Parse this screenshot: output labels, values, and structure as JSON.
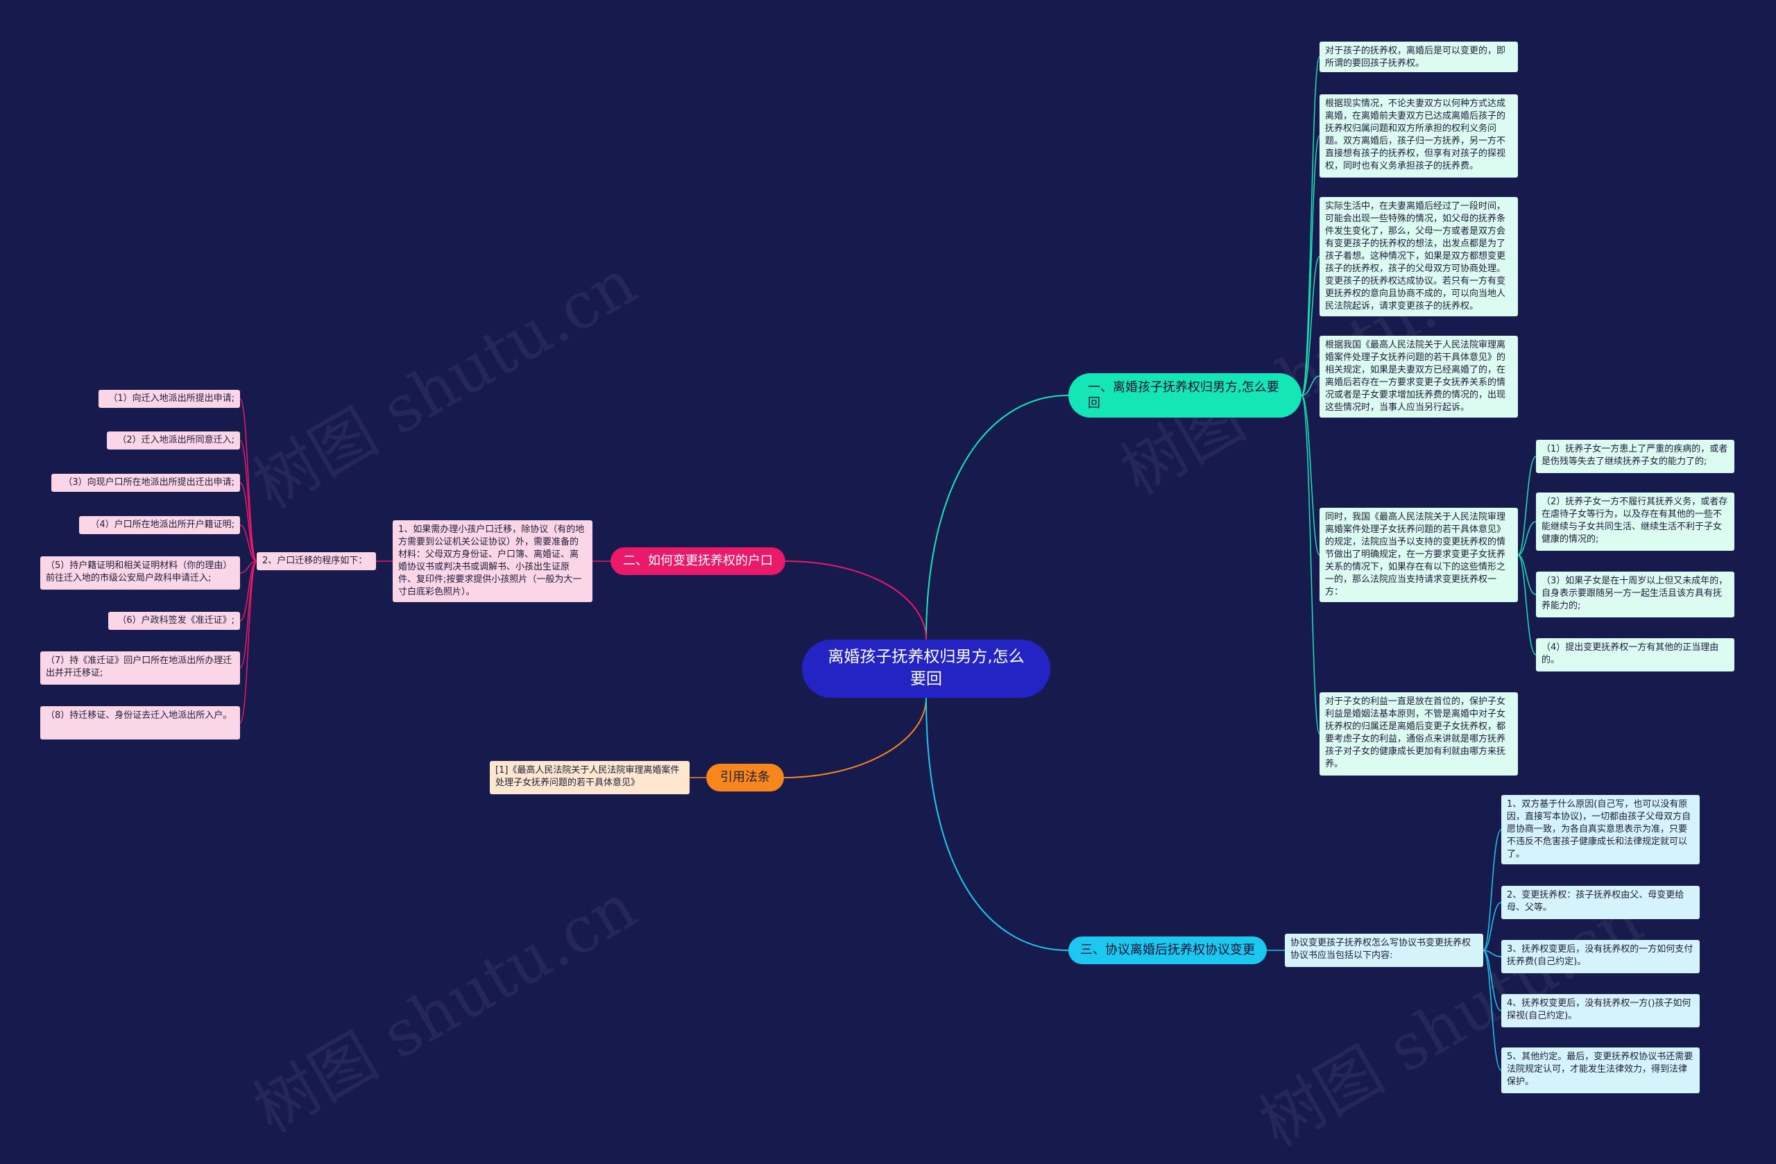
{
  "root": {
    "label": "离婚孩子抚养权归男方,怎么要回"
  },
  "branch1": {
    "label": "一、离婚孩子抚养权归男方,怎么要回",
    "items": [
      "对于孩子的抚养权，离婚后是可以变更的，即所谓的要回孩子抚养权。",
      "根据现实情况，不论夫妻双方以何种方式达成离婚，在离婚前夫妻双方已达成离婚后孩子的抚养权归属问题和双方所承担的权利义务问题。双方离婚后，孩子归一方抚养，另一方不直接想有孩子的抚养权，但享有对孩子的探视权，同时也有义务承担孩子的抚养费。",
      "实际生活中，在夫妻离婚后经过了一段时间，可能会出现一些特殊的情况，如父母的抚养条件发生变化了，那么，父母一方或者是双方会有变更孩子的抚养权的想法，出发点都是为了孩子着想。这种情况下，如果是双方都想变更孩子的抚养权，孩子的父母双方可协商处理。变更孩子的抚养权达成协议。若只有一方有变更抚养权的意向且协商不成的，可以向当地人民法院起诉，请求变更孩子的抚养权。",
      "根据我国《最高人民法院关于人民法院审理离婚案件处理子女抚养问题的若干具体意见》的相关规定，如果是夫妻双方已经离婚了的，在离婚后若存在一方要求变更子女抚养关系的情况或者是子女要求增加抚养费的情况的，出现这些情况时，当事人应当另行起诉。",
      "同时，我国《最高人民法院关于人民法院审理离婚案件处理子女抚养问题的若干具体意见》的规定，法院应当予以支持的变更抚养权的情节做出了明确规定，在一方要求变更子女抚养关系的情况下，如果存在有以下的这些情形之一的，那么法院应当支持请求变更抚养权一方：",
      "对于子女的利益一直是放在首位的，保护子女利益是婚姻法基本原则，不管是离婚中对子女抚养权的归属还是离婚后变更子女抚养权，都要考虑子女的利益，通俗点来讲就是哪方抚养孩子对子女的健康成长更加有利就由哪方来抚养。"
    ],
    "sub": [
      "（1）抚养子女一方患上了严重的疾病的，或者是伤残等失去了继续抚养子女的能力了的;",
      "（2）抚养子女一方不履行其抚养义务，或者存在虐待子女等行为，以及存在有其他的一些不能继续与子女共同生活、继续生活不利于子女健康的情况的;",
      "（3）如果子女是在十周岁以上但又未成年的，自身表示要跟随另一方一起生活且该方具有抚养能力的;",
      "（4）提出变更抚养权一方有其他的正当理由的。"
    ]
  },
  "branch2": {
    "label": "二、如何变更抚养权的户口",
    "items": [
      "1、如果需办理小孩户口迁移，除协议（有的地方需要到公证机关公证协议）外，需要准备的材料：父母双方身份证、户口簿、离婚证、离婚协议书或判决书或调解书、小孩出生证原件、复印件;按要求提供小孩照片（一般为大一寸白底彩色照片）。",
      "2、户口迁移的程序如下："
    ],
    "steps": [
      "（1）向迁入地派出所提出申请;",
      "（2）迁入地派出所同意迁入;",
      "（3）向现户口所在地派出所提出迁出申请;",
      "（4）户口所在地派出所开户籍证明;",
      "（5）持户籍证明和相关证明材料（你的理由）前往迁入地的市级公安局户政科申请迁入;",
      "（6）户政科签发《准迁证》;",
      "（7）持《准迁证》回户口所在地派出所办理迁出并开迁移证;",
      "（8）持迁移证、身份证去迁入地派出所入户。"
    ]
  },
  "branch3": {
    "label": "引用法条",
    "items": [
      "[1]《最高人民法院关于人民法院审理离婚案件处理子女抚养问题的若干具体意见》"
    ]
  },
  "branch4": {
    "label": "三、协议离婚后抚养权协议变更",
    "items": [
      "协议变更孩子抚养权怎么写协议书变更抚养权协议书应当包括以下内容:"
    ],
    "sub": [
      "1、双方基于什么原因(自己写，也可以没有原因，直接写本协议)，一切都由孩子父母双方自愿协商一致，为各自真实意思表示为准，只要不违反不危害孩子健康成长和法律规定就可以了。",
      "2、变更抚养权：孩子抚养权由父、母变更给母、父等。",
      "3、抚养权变更后，没有抚养权的一方如何支付抚养费(自己约定)。",
      "4、抚养权变更后，没有抚养权一方()孩子如何探视(自己约定)。",
      "5、其他约定。最后，变更抚养权协议书还需要法院规定认可，才能发生法律效力，得到法律保护。"
    ]
  },
  "watermark": "树图 shutu.cn",
  "colors": {
    "background": "#171a4d",
    "root": "#2424c4",
    "branch1": "#14e6b8",
    "branch2": "#e91a6a",
    "branch3": "#f7871c",
    "branch4": "#1cc8f0"
  }
}
